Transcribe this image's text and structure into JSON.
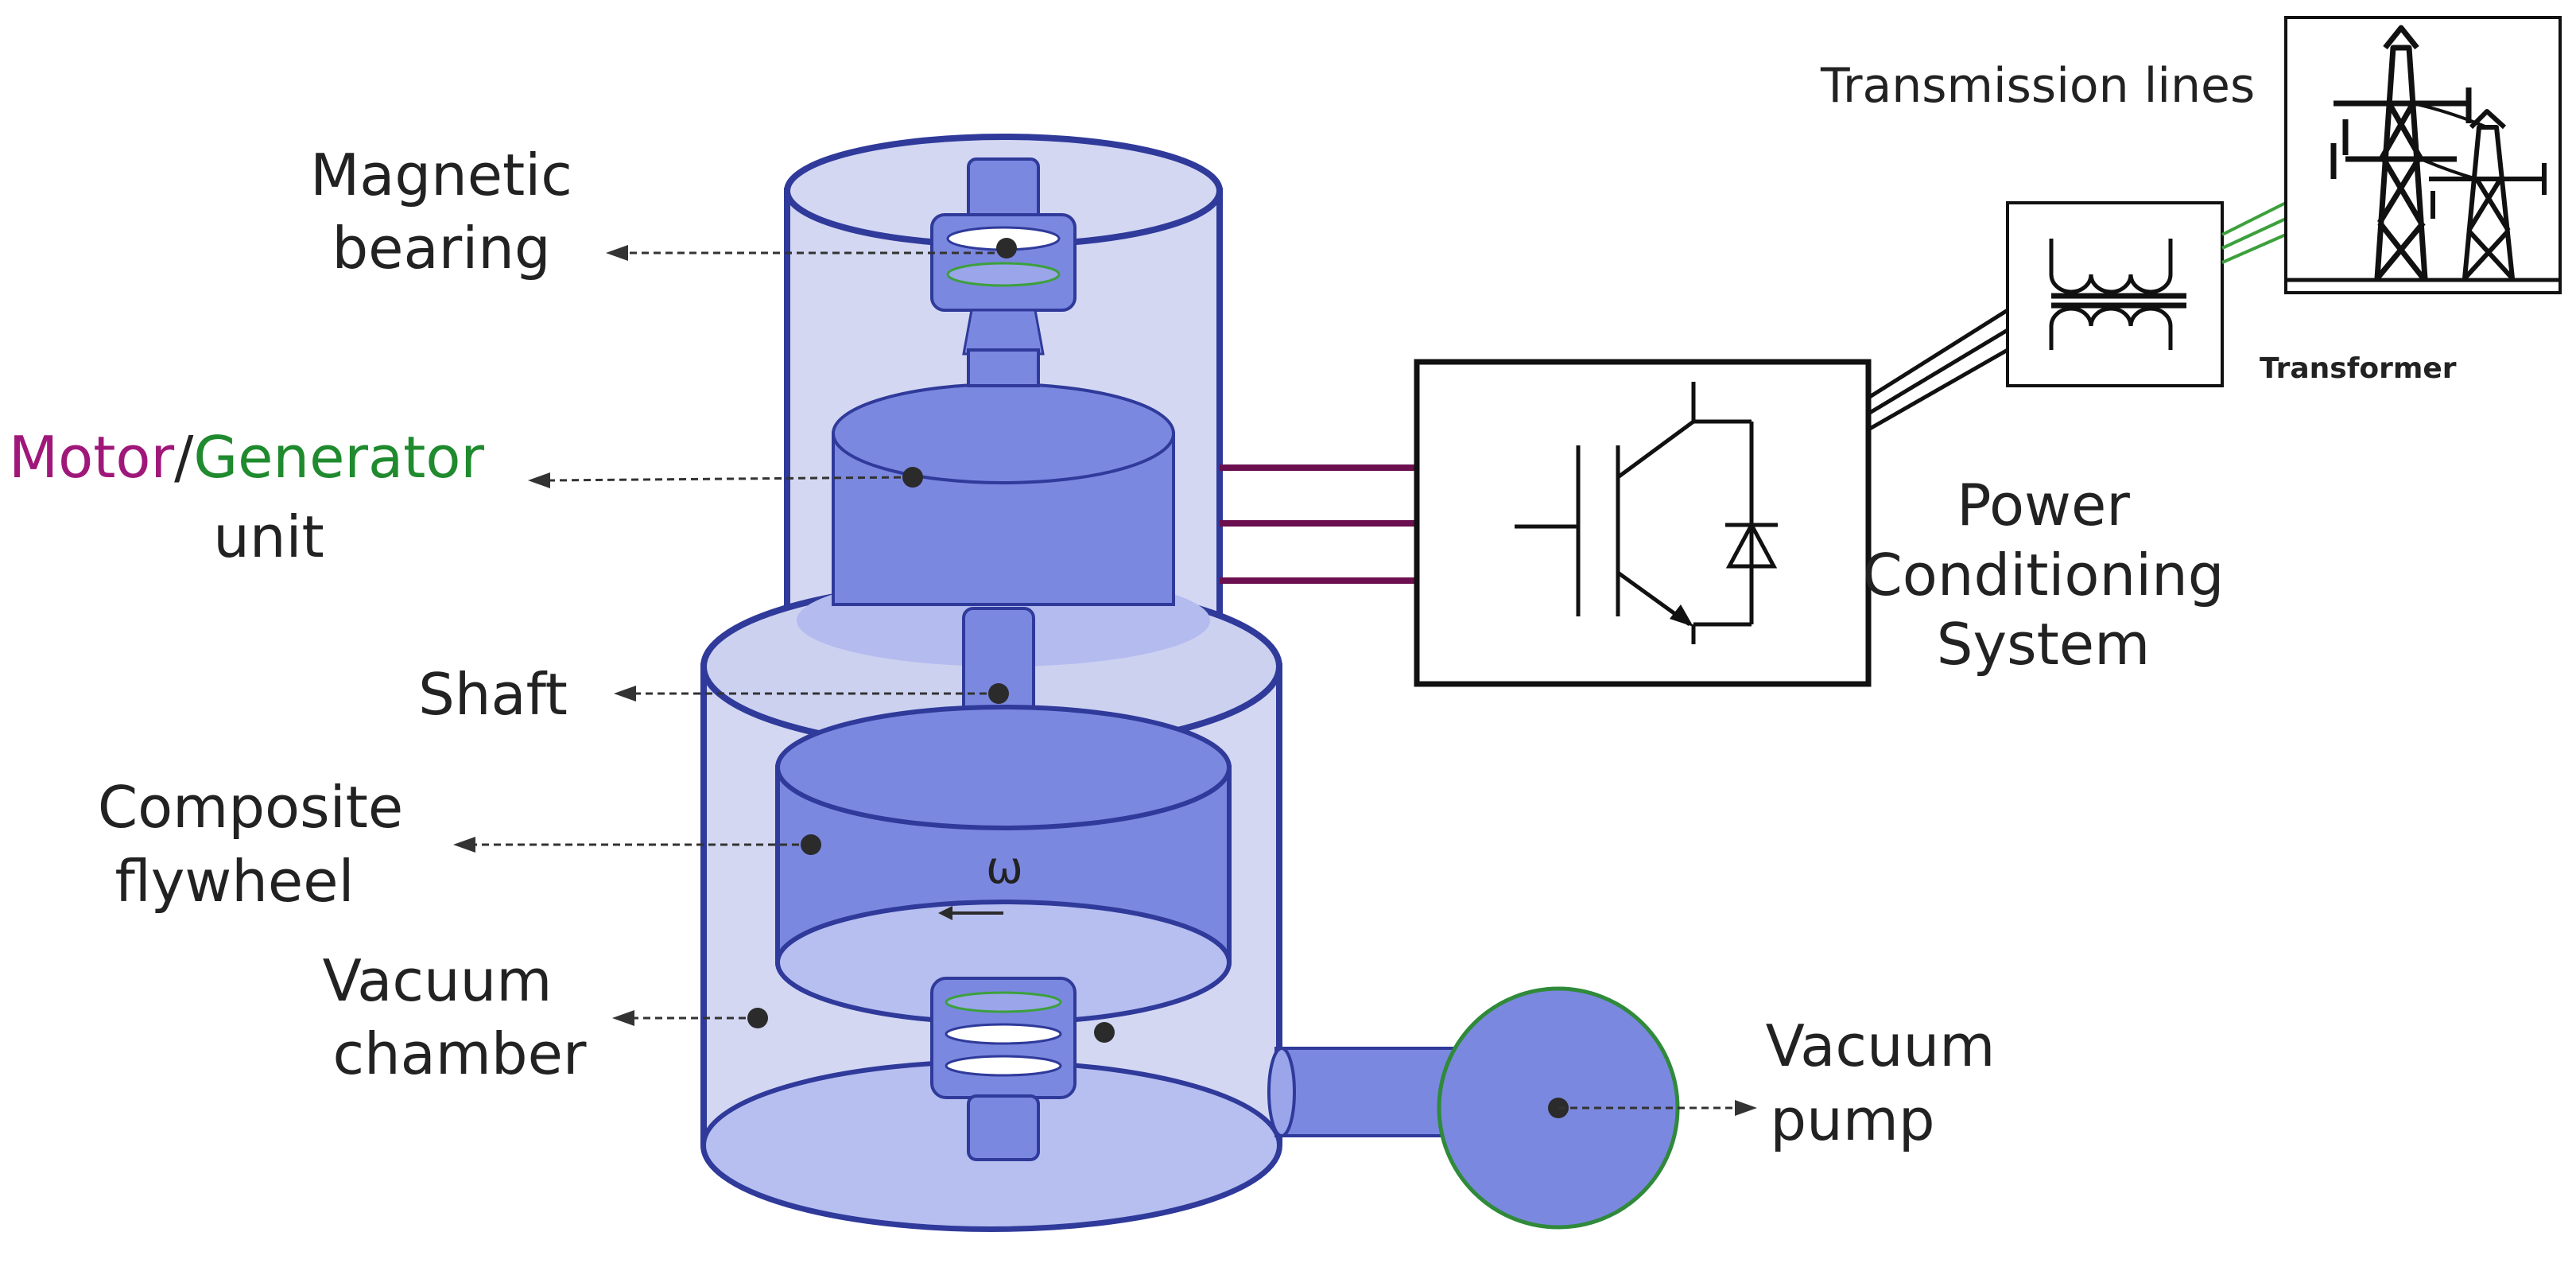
{
  "labels": {
    "magnetic_bearing_1": "Magnetic",
    "magnetic_bearing_2": "bearing",
    "motor": "Motor",
    "slash": "/",
    "generator": "Generator",
    "unit": "unit",
    "shaft": "Shaft",
    "composite_1": "Composite",
    "composite_2": "flywheel",
    "vacuum_chamber_1": "Vacuum",
    "vacuum_chamber_2": "chamber",
    "vacuum_pump_1": "Vacuum",
    "vacuum_pump_2": "pump",
    "pcs_1": "Power",
    "pcs_2": "Conditioning",
    "pcs_3": "System",
    "transformer": "Transformer",
    "transmission": "Transmission  lines",
    "omega": "ω"
  },
  "colors": {
    "motor": "#a0177a",
    "generator": "#1f8a2e",
    "body_fill": "#7b88e0",
    "shell_fill": "#d3d7f2",
    "outline": "#2f3a9a",
    "power_line": "#6b0f4f",
    "green_wire": "#3ca03c"
  }
}
